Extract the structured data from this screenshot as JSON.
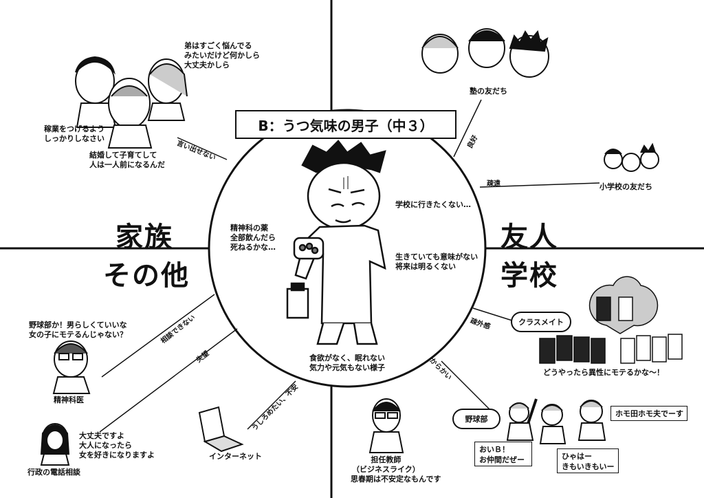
{
  "title": "B：うつ気味の男子（中３）",
  "quadrants": {
    "left_top": "家族",
    "left_bottom": "その他",
    "right_top": "友人",
    "right_bottom": "学校"
  },
  "center_thoughts": {
    "medicine": "精神科の薬\n全部飲んだら\n死ねるかな…",
    "school": "学校に行きたくない…",
    "meaning": "生きていても意味がない\n将来は明るくない",
    "condition": "食欲がなく、眠れない\n気力や元気もない様子"
  },
  "family": {
    "brother_comment": "弟はすごく悩んでる\nみたいだけど何かしら\n大丈夫かしら",
    "earn_comment": "稼業をつげるよう\nしっかりしなさい",
    "marry_comment": "結婚して子育てして\n人は一人前になるんだ",
    "relation": "言い出せない"
  },
  "friends": {
    "juku_label": "塾の友だち",
    "juku_relation": "良好",
    "elementary_label": "小学校の友だち",
    "elementary_relation": "疎遠"
  },
  "school": {
    "classmates_bubble": "クラスメイト",
    "classmates_relation": "疎外感",
    "classmates_thought": "どうやったら異性にモテるかな～！",
    "baseball_bubble": "野球部",
    "baseball_relation": "からかい",
    "speech_1": "ホモ田ホモ夫でーす",
    "speech_2": "おいＢ！\nお仲間だぜー",
    "speech_3": "ひゃはー\nきもいきもいー",
    "teacher_label": "担任教師\n（ビジネスライク）",
    "teacher_comment": "思春期は不安定なもんです"
  },
  "other": {
    "psychiatrist_comment": "野球部か！男らしくていいな\n女の子にモテるんじゃない？",
    "psychiatrist_label": "精神科医",
    "psychiatrist_relation": "相談できない",
    "phone_relation": "失望",
    "phone_comment": "大丈夫ですよ\n大人になったら\n女を好きになりますよ",
    "phone_label": "行政の電話相談",
    "internet_relation": "うしろめたい、不安",
    "internet_label": "インターネット"
  }
}
